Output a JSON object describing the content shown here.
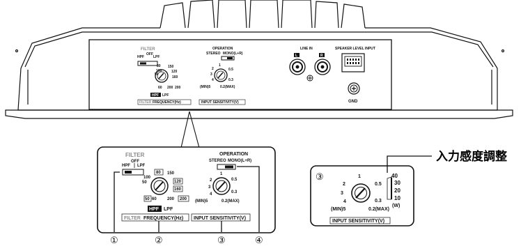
{
  "top_panel": {
    "filter_label": "FILTER",
    "filter_off": "OFF",
    "filter_hpf": "HPF",
    "filter_lpf": "LPF",
    "freq_ticks": [
      "50",
      "60",
      "80",
      "100",
      "120",
      "150",
      "160",
      "200",
      "200"
    ],
    "hpf_badge": "HPF",
    "lpf_label": "LPF",
    "filter_caption": "FILTER",
    "frequency_caption": "FREQUENCY(Hz)",
    "operation_label": "OPERATION",
    "stereo_label": "STEREO",
    "mono_label": "MONO(L+R)",
    "sens_ticks": [
      "1",
      "2",
      "3",
      "4",
      "0.5",
      "0.3",
      "(MIN)5",
      "0.2(MAX)"
    ],
    "sensitivity_caption": "INPUT SENSITIVITY(V)",
    "line_in_label": "LINE IN",
    "l_badge": "L",
    "r_badge": "R",
    "speaker_input_label": "SPEAKER LEVEL INPUT",
    "gnd_label": "GND"
  },
  "detail_panel": {
    "filter_label": "FILTER",
    "filter_off": "OFF",
    "filter_hpf": "HPF",
    "filter_lpf": "LPF",
    "freq_ticks": [
      "50",
      "60",
      "80",
      "100",
      "120",
      "150",
      "160",
      "200",
      "200"
    ],
    "hpf_badge": "HPF",
    "lpf_label": "LPF",
    "filter_caption": "FILTER",
    "frequency_caption": "FREQUENCY(Hz)",
    "operation_label": "OPERATION",
    "stereo_label": "STEREO",
    "mono_label": "MONO(L+R)",
    "sens_ticks": [
      "1",
      "2",
      "3",
      "4",
      "0.5",
      "0.3",
      "(MIN)5",
      "0.2(MAX)"
    ],
    "sensitivity_caption": "INPUT SENSITIVITY(V)"
  },
  "sensitivity_panel": {
    "marker": "③",
    "sens_ticks": [
      "1",
      "2",
      "3",
      "4",
      "0.5",
      "0.3",
      "(MIN)5",
      "0.2(MAX)"
    ],
    "watt_scale": [
      "40",
      "30",
      "20",
      "10",
      "(W)"
    ],
    "caption": "INPUT SENSITIVITY(V)",
    "callout_label": "入力感度調整"
  },
  "callout_numbers": [
    "①",
    "②",
    "③",
    "④"
  ]
}
